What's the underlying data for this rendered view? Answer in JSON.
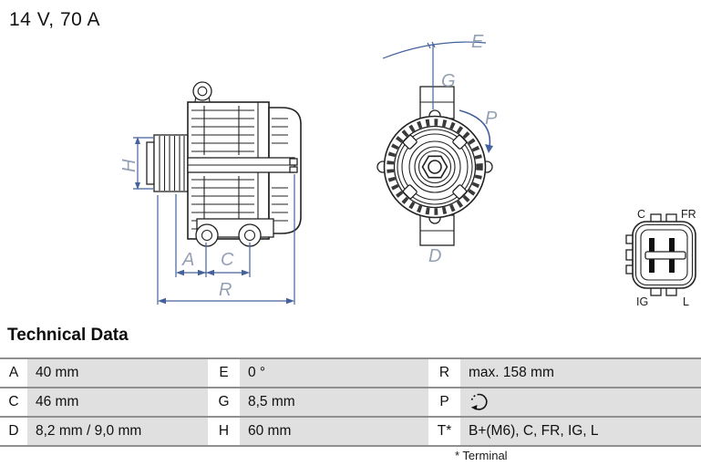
{
  "header": {
    "rating": "14 V, 70 A"
  },
  "diagram": {
    "side_view": {
      "labels": {
        "h": "H",
        "a": "A",
        "c": "C",
        "r": "R"
      }
    },
    "front_view": {
      "labels": {
        "e": "E",
        "g": "G",
        "p": "P",
        "d": "D"
      }
    },
    "connector": {
      "labels": {
        "top_left": "C",
        "top_right": "FR",
        "bottom_left": "IG",
        "bottom_right": "L"
      }
    }
  },
  "technical_data": {
    "title": "Technical Data",
    "rows": [
      {
        "cells": [
          {
            "key": "A",
            "value": "40 mm"
          },
          {
            "key": "E",
            "value": "0 °"
          },
          {
            "key": "R",
            "value": "max. 158 mm"
          }
        ]
      },
      {
        "cells": [
          {
            "key": "C",
            "value": "46 mm"
          },
          {
            "key": "G",
            "value": "8,5 mm"
          },
          {
            "key": "P",
            "value": "",
            "icon": "rotation-direction-icon"
          }
        ]
      },
      {
        "cells": [
          {
            "key": "D",
            "value": "8,2 mm / 9,0 mm"
          },
          {
            "key": "H",
            "value": "60 mm"
          },
          {
            "key": "T*",
            "value": "B+(M6), C, FR, IG, L"
          }
        ]
      }
    ],
    "footnote": "* Terminal"
  },
  "colors": {
    "dimension_line": "#44619c",
    "dimension_label": "#94a0b4",
    "table_cell_bg": "#e0e0e0",
    "row_border": "#8f8f8f",
    "ink": "#222222"
  }
}
